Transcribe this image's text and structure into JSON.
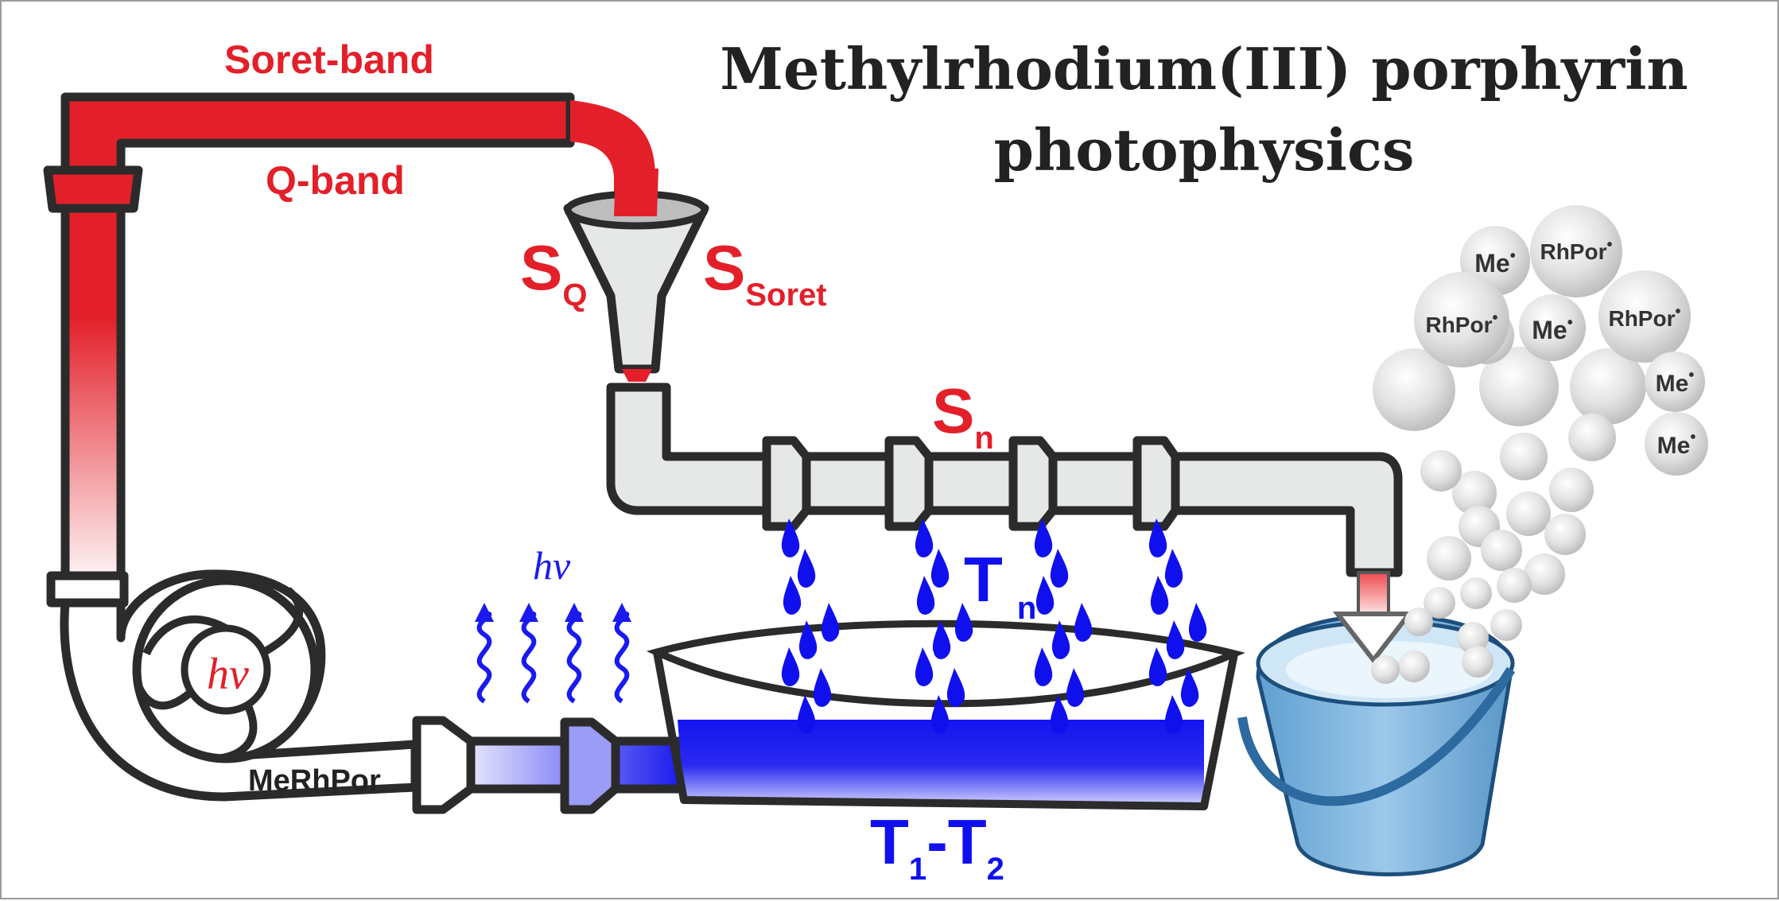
{
  "title": {
    "line1": "Methylrhodium(III) porphyrin",
    "line2": "photophysics"
  },
  "labels": {
    "soret_band": "Soret-band",
    "q_band": "Q-band",
    "s_main": "S",
    "s_q_sub": "Q",
    "s_soret_sub": "Soret",
    "s_n_sub": "n",
    "t_main": "T",
    "t_n_sub": "n",
    "t1": "T",
    "t1_sub": "1",
    "dash": "-",
    "t2": "T",
    "t2_sub": "2",
    "hv_pump": "hν",
    "hv_emission": "hν",
    "pump_label": "MeRhPor"
  },
  "bubbles": [
    {
      "text": "Me",
      "dot": "•"
    },
    {
      "text": "RhPor",
      "dot": "•"
    },
    {
      "text": "RhPor",
      "dot": "•"
    },
    {
      "text": "Me",
      "dot": "•"
    },
    {
      "text": "RhPor",
      "dot": "•"
    },
    {
      "text": "Me",
      "dot": "•"
    },
    {
      "text": "Me",
      "dot": "•"
    }
  ],
  "colors": {
    "red": "#e3202a",
    "blue": "#1010ee",
    "pipe_gray": "#e6e8e8",
    "outline": "#2b2b2b",
    "bucket": "#7fb4dc"
  },
  "icons": {
    "drops": "water-drop-icon",
    "wave": "wavy-arrow-icon",
    "bucket": "bucket-icon",
    "funnel": "funnel-icon",
    "pump": "pump-impeller-icon"
  }
}
